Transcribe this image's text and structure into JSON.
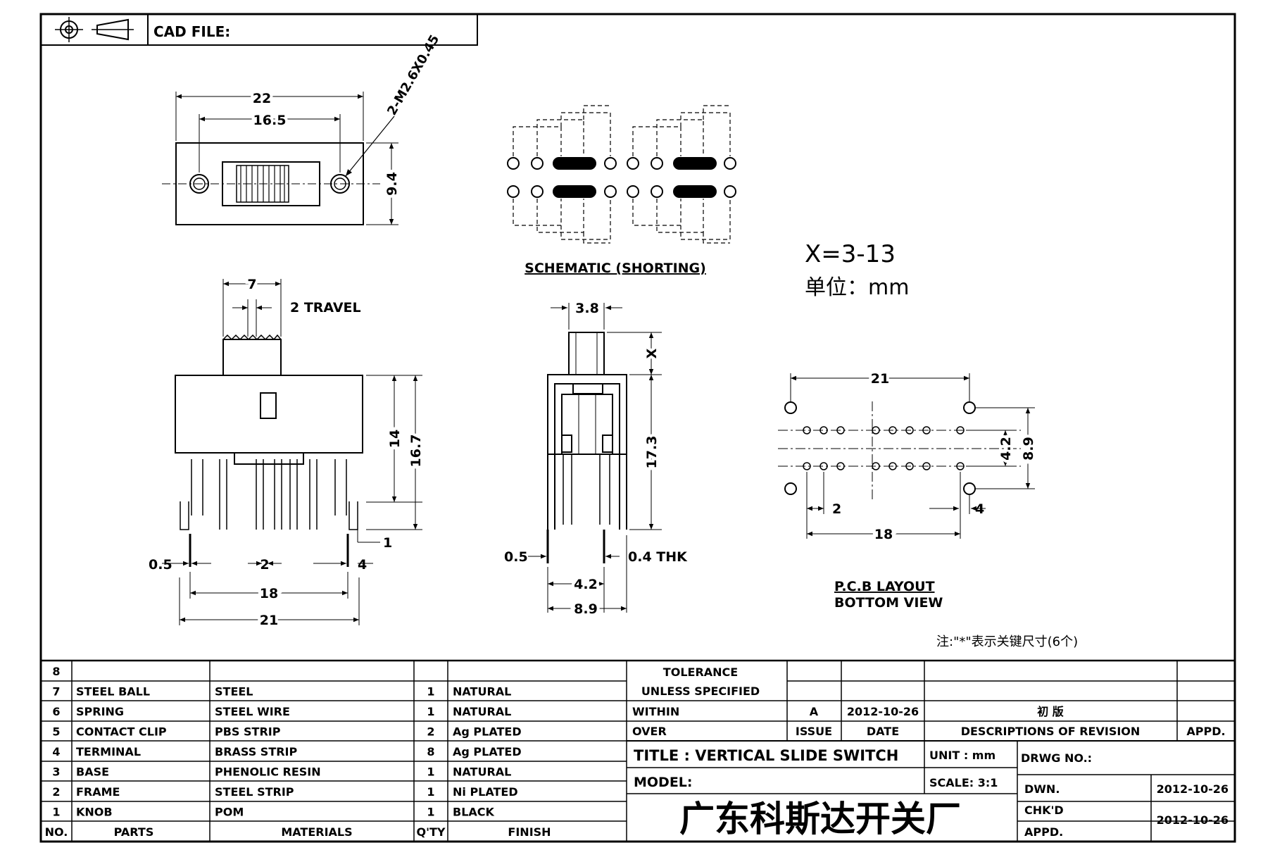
{
  "header": {
    "cad_file_label": "CAD FILE:"
  },
  "top_view": {
    "width_outer": "22",
    "width_holes": "16.5",
    "height": "9.4",
    "screw_note": "2-M2.6X0.45"
  },
  "schematic": {
    "caption": "SCHEMATIC (SHORTING)"
  },
  "notes": {
    "x_range": "X=3-13",
    "unit_line": "单位：mm",
    "key_dims_note": "注:\"*\"表示关键尺寸(6个)"
  },
  "front_view": {
    "knob_width": "7",
    "travel": "2 TRAVEL",
    "height_14": "14",
    "height_16_7": "16.7",
    "pin_w": "0.5",
    "pitch": "2",
    "edge": "4",
    "offset_1": "1",
    "span_18": "18",
    "span_21": "21"
  },
  "side_view": {
    "knob_w": "3.8",
    "knob_x": "X",
    "height": "17.3",
    "pin_w": "0.5",
    "thk": "0.4 THK",
    "span_4_2": "4.2",
    "span_8_9": "8.9"
  },
  "pcb": {
    "width_21": "21",
    "pitch_2": "2",
    "edge_4": "4",
    "span_18": "18",
    "row_4_2": "4.2",
    "row_8_9": "8.9",
    "caption_1": "P.C.B LAYOUT",
    "caption_2": "BOTTOM VIEW"
  },
  "bom": {
    "rows": [
      {
        "no": "8",
        "part": "",
        "material": "",
        "qty": "",
        "finish": ""
      },
      {
        "no": "7",
        "part": "STEEL BALL",
        "material": "STEEL",
        "qty": "1",
        "finish": "NATURAL"
      },
      {
        "no": "6",
        "part": "SPRING",
        "material": "STEEL WIRE",
        "qty": "1",
        "finish": "NATURAL"
      },
      {
        "no": "5",
        "part": "CONTACT CLIP",
        "material": "PBS STRIP",
        "qty": "2",
        "finish": "Ag PLATED"
      },
      {
        "no": "4",
        "part": "TERMINAL",
        "material": "BRASS STRIP",
        "qty": "8",
        "finish": "Ag PLATED"
      },
      {
        "no": "3",
        "part": "BASE",
        "material": "PHENOLIC RESIN",
        "qty": "1",
        "finish": "NATURAL"
      },
      {
        "no": "2",
        "part": "FRAME",
        "material": "STEEL STRIP",
        "qty": "1",
        "finish": "Ni PLATED"
      },
      {
        "no": "1",
        "part": "KNOB",
        "material": "POM",
        "qty": "1",
        "finish": "BLACK"
      }
    ],
    "headers": {
      "no": "NO.",
      "part": "PARTS",
      "material": "MATERIALS",
      "qty": "Q'TY",
      "finish": "FINISH"
    }
  },
  "title_block": {
    "tolerance": "TOLERANCE",
    "unless": "UNLESS  SPECIFIED",
    "within": "WITHIN",
    "over": "OVER",
    "rev_a": "A",
    "rev_date": "2012-10-26",
    "rev_desc": "初  版",
    "issue": "ISSUE",
    "date": "DATE",
    "desc_header": "DESCRIPTIONS OF REVISION",
    "appd_header": "APPD.",
    "title": "TITLE :  VERTICAL  SLIDE  SWITCH",
    "unit": "UNIT :  mm",
    "drwg_no": "DRWG NO.:",
    "model": "MODEL:",
    "scale": "SCALE:  3:1",
    "dwn": "DWN.",
    "dwn_date": "2012-10-26",
    "company": "广东科斯达开关厂",
    "chkd": "CHK'D",
    "chkd_date": "2012-10-26",
    "appd": "APPD."
  }
}
